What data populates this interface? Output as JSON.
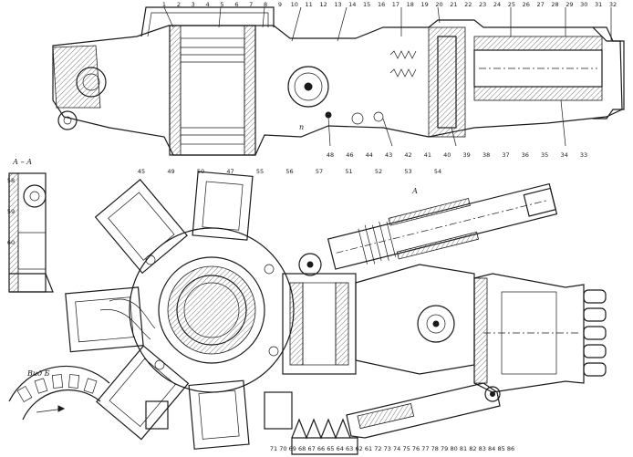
{
  "drawing": {
    "callouts_top": [
      "1",
      "2",
      "3",
      "4",
      "5",
      "6",
      "7",
      "8",
      "9",
      "10",
      "11",
      "12",
      "13",
      "14",
      "15",
      "16",
      "17",
      "18",
      "19",
      "20",
      "21",
      "22",
      "23",
      "24",
      "25",
      "26",
      "27",
      "28",
      "29",
      "30",
      "31",
      "32"
    ],
    "callouts_top_bottom": [
      "48",
      "46",
      "44",
      "43",
      "42",
      "41",
      "40",
      "39",
      "38",
      "37",
      "36",
      "35",
      "34",
      "33"
    ],
    "callouts_mid": [
      "45",
      "49",
      "50",
      "47",
      "55",
      "56",
      "57",
      "51",
      "52",
      "53",
      "54"
    ],
    "callouts_bottom": [
      "71",
      "70",
      "69",
      "68",
      "67",
      "66",
      "65",
      "64",
      "63",
      "62",
      "61",
      "72",
      "73",
      "74",
      "75",
      "76",
      "77",
      "78",
      "79",
      "80",
      "81",
      "82",
      "83",
      "84",
      "85",
      "86"
    ],
    "section_label": "А – А",
    "view_label": "Вид Б",
    "arrow_label_a": "А",
    "small_letter_n": "п",
    "detail_marks": [
      "58",
      "59",
      "60"
    ]
  }
}
